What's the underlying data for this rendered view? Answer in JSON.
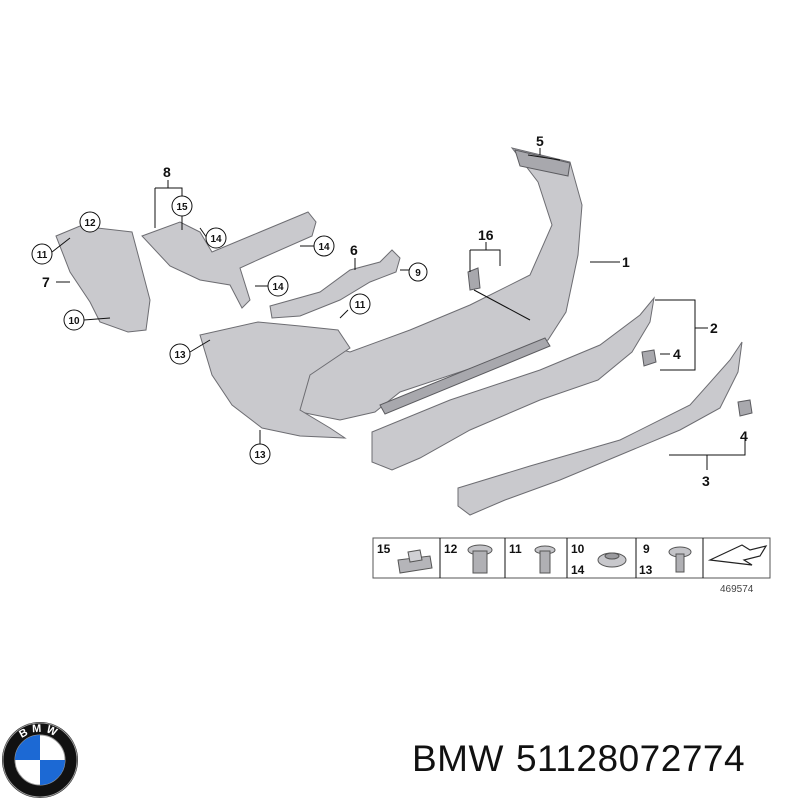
{
  "callouts": {
    "c1": "1",
    "c2": "2",
    "c3": "3",
    "c4a": "4",
    "c4b": "4",
    "c5": "5",
    "c6": "6",
    "c7": "7",
    "c8": "8",
    "c9": "9",
    "c10": "10",
    "c11a": "11",
    "c11b": "11",
    "c12": "12",
    "c13a": "13",
    "c13b": "13",
    "c14a": "14",
    "c14b": "14",
    "c14c": "14",
    "c15": "15",
    "c16": "16"
  },
  "legend": {
    "cells": [
      "15",
      "12",
      "11",
      "10",
      "14",
      "9",
      "13"
    ],
    "diagram_number": "469574"
  },
  "logo": {
    "text": "BMW"
  },
  "caption": {
    "brand": "BMW",
    "part_number": "51128072774"
  },
  "colors": {
    "part_fill": "#c9c9cd",
    "logo_blue": "#1c69d4",
    "logo_ring": "#111111"
  }
}
